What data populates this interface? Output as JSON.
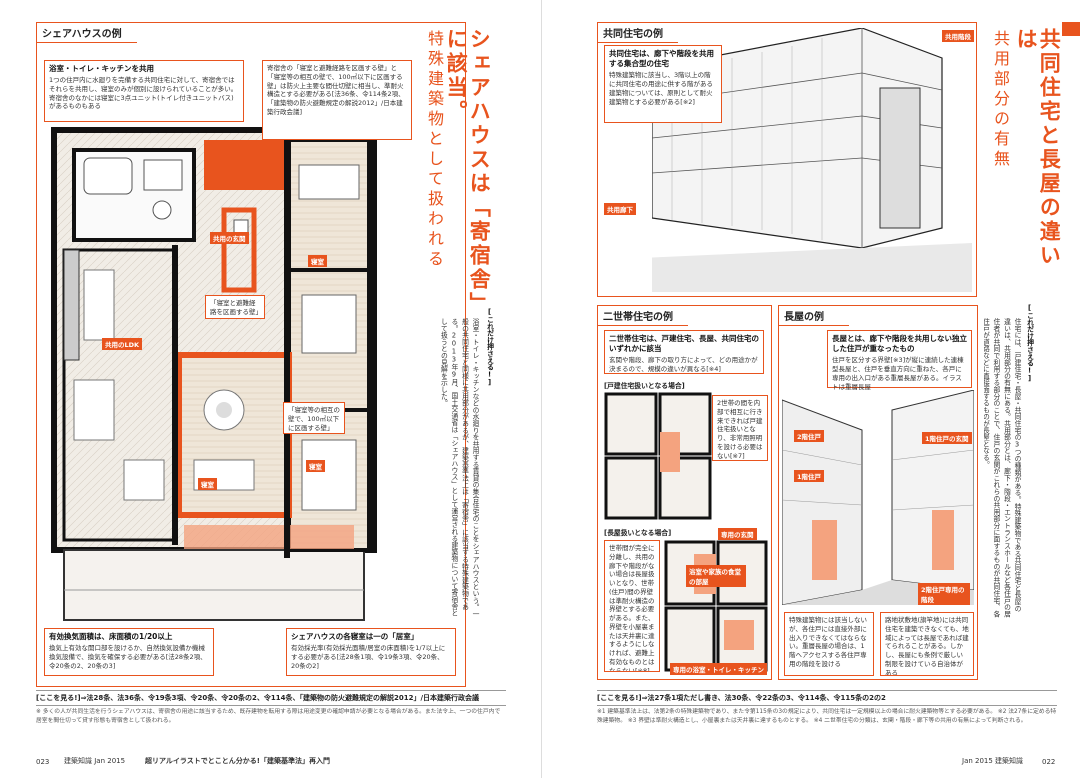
{
  "left": {
    "section_title": "シェアハウスの例",
    "headline_line1": "シェアハウスは「寄宿舎」に該当。",
    "headline_line2": "特殊建築物として扱われる",
    "callout_bath": {
      "title": "浴室・トイレ・キッチンを共用",
      "text": "1つの住戸内に水廻りを完備する共同住宅に対して、寄宿舎ではそれらを共用し、寝室のみが個別に設けられていることが多い。寄宿舎のなかには寝室に3点ユニット(トイレ付きユニットバス)があるものもある"
    },
    "callout_wall": {
      "text": "寄宿舎の「寝室と避難経路を区画する壁」と「寝室等の相互の壁で、100㎡以下に区画する壁」は防火上主要な間仕切壁に相当し、準耐火構造とする必要がある[法36条、令114条2項、「建築物の防火避難規定の解説2012」/日本建築行政会議]"
    },
    "callout_partition": {
      "text": "「寝室と避難経路を区画する壁」"
    },
    "callout_room": {
      "text": "「寝室等の相互の壁で、100㎡以下に区画する壁」"
    },
    "callout_vent": {
      "title": "有効換気面積は、床面積の1/20以上",
      "text": "換気上有効な開口部を設けるか、自然換気設備か機械換気設備で、換気を確保する必要がある[法28条2項、令20条の2、20条の3]"
    },
    "callout_light": {
      "title": "シェアハウスの各寝室は一の「居室」",
      "text": "有効採光率(有効採光面積/居室の床面積)を1/7以上にする必要がある[法28条1項、令19条3項、令20条、20条の2]"
    },
    "tags": {
      "hall": "共用の玄関",
      "ldk": "共用のLDK",
      "bed1": "寝室",
      "bed2": "寝室",
      "bed3": "寝室"
    },
    "body": "浴室・トイレ・キッチンなどの水廻りを共用する賃貸の集合住宅のことをシェアハウスという。一般の共同住宅と同様に共用部分があるが、建築基準法上は「寄宿舎」に該当する特殊建築物である。2013年9月、国土交通省は「シェアハウス」として運営される建築物について寄宿舎として扱うとの見解を示した。",
    "side_note_title": "[これだけ押さえる!]",
    "refs": "[ここを見る!]⇒法28条、法36条、令19条3項、令20条、令20条の2、令114条、「建築物の防火避難規定の解説2012」/日本建築行政会議",
    "footnote": "※ 多くの人が共同生活を行うシェアハウスは、寄宿舎の用途に該当するため、既存建物を転用する際は用途変更の確認申請が必要となる場合がある。また法令上、一つの住戸内で居室を間仕切って貸す形態も寄宿舎として扱われる。",
    "page_no": "023",
    "magazine": "建築知識 Jan 2015",
    "series": "超リアルイラストでとことん分かる!「建築基準法」再入門"
  },
  "right": {
    "section_kyodo": "共同住宅の例",
    "headline_line1": "共同住宅と長屋の違いは",
    "headline_line2": "共用部分の有無",
    "callout_kyodo": {
      "title": "共同住宅は、廊下や階段を共用する集合型の住宅",
      "text": "特殊建築物に該当し、3階以上の階に共同住宅の用途に供する階がある建築物については、原則として耐火建築物とする必要がある[※2]"
    },
    "tags": {
      "stair": "共用階段",
      "corridor": "共用廊下",
      "entrance2": "2階住戸",
      "entrance1": "1階住戸",
      "entrance_own": "1階住戸の玄関",
      "exclusive_stair": "2階住戸専用の階段",
      "own_door": "専用の玄関",
      "own_water": "専用の浴室・トイレ・キッチン",
      "shared_area": "浴室や家族の食堂の部屋"
    },
    "section_nisetai": "二世帯住宅の例",
    "callout_nisetai": {
      "title": "二世帯住宅は、戸建住宅、長屋、共同住宅のいずれかに該当",
      "text": "玄関や階段、廊下の取り方によって、どの用途かが決まるので、規模の違いが異なる[※4]"
    },
    "kodate_label": "[戸建住宅扱いとなる場合]",
    "kodate_note": "2世帯の間を内部で相互に行き来できれば戸建住宅扱いとなり、非常用照明を設ける必要はない[※7]",
    "nagaya_label": "[長屋扱いとなる場合]",
    "nagaya_note": "世帯間が完全に分離し、共用の廊下や階段がない場合は長屋扱いとなり、世帯(住戸)間の界壁は準耐火構造の界壁とする必要がある。また、界壁を小屋裏または天井裏に達するようにしなければ、避難上有効なものとはならない[※8]",
    "section_nagaya": "長屋の例",
    "callout_nagaya": {
      "title": "長屋とは、廊下や階段を共用しない独立した住戸が重なったもの",
      "text": "住戸を区分する界壁[※3]が縦に連続した連棟型長屋と、住戸を垂直方向に重ねた、各戸に専用の出入口がある重層長屋がある。イラストは重層長屋"
    },
    "callout_nagaya_note1": "特殊建築物には該当しないが、各住戸には直接外部に出入りできなくてはならない。重層長屋の場合は、1階へアクセスする各住戸専用の階段を設ける",
    "callout_nagaya_note2": "路地状敷地(旗竿地)には共同住宅を建築できなくても、地域によっては長屋であれば建てられることがある。しかし、長屋にも条例で厳しい制限を設けている自治体がある",
    "body": "住宅には、戸建住宅・長屋・共同住宅の3つの種類がある。特殊建築物である共同住宅と長屋の違いは、共用部分の有無にある。共用部分とは、廊下・階段・エントランスホールなど各住戸の居住者が共同で利用する部分のことで、住戸の玄関がこれらの共用部分に面するものが共同住宅、各住戸が道路などに直接面するものが長屋となる。",
    "side_note_title": "[これだけ押さえる!]",
    "refs": "[ここを見る!]⇒法27条1項ただし書き、法30条、令22条の3、令114条、令115条の2の2",
    "footnote": "※1 建築基準法上は、法第2条の特殊建築物であり、また令第115条の3の規定により、共同住宅は一定規模以上の場合に耐火建築物等とする必要がある。 ※2 法27条に定める特殊建築物。 ※3 界壁は準耐火構造とし、小屋裏または天井裏に達するものとする。 ※4 二世帯住宅の分類は、玄関・階段・廊下等の共用の有無によって判断される。",
    "page_no": "022",
    "magazine": "Jan 2015 建築知識"
  },
  "colors": {
    "accent": "#e8541e",
    "ink": "#222222"
  }
}
